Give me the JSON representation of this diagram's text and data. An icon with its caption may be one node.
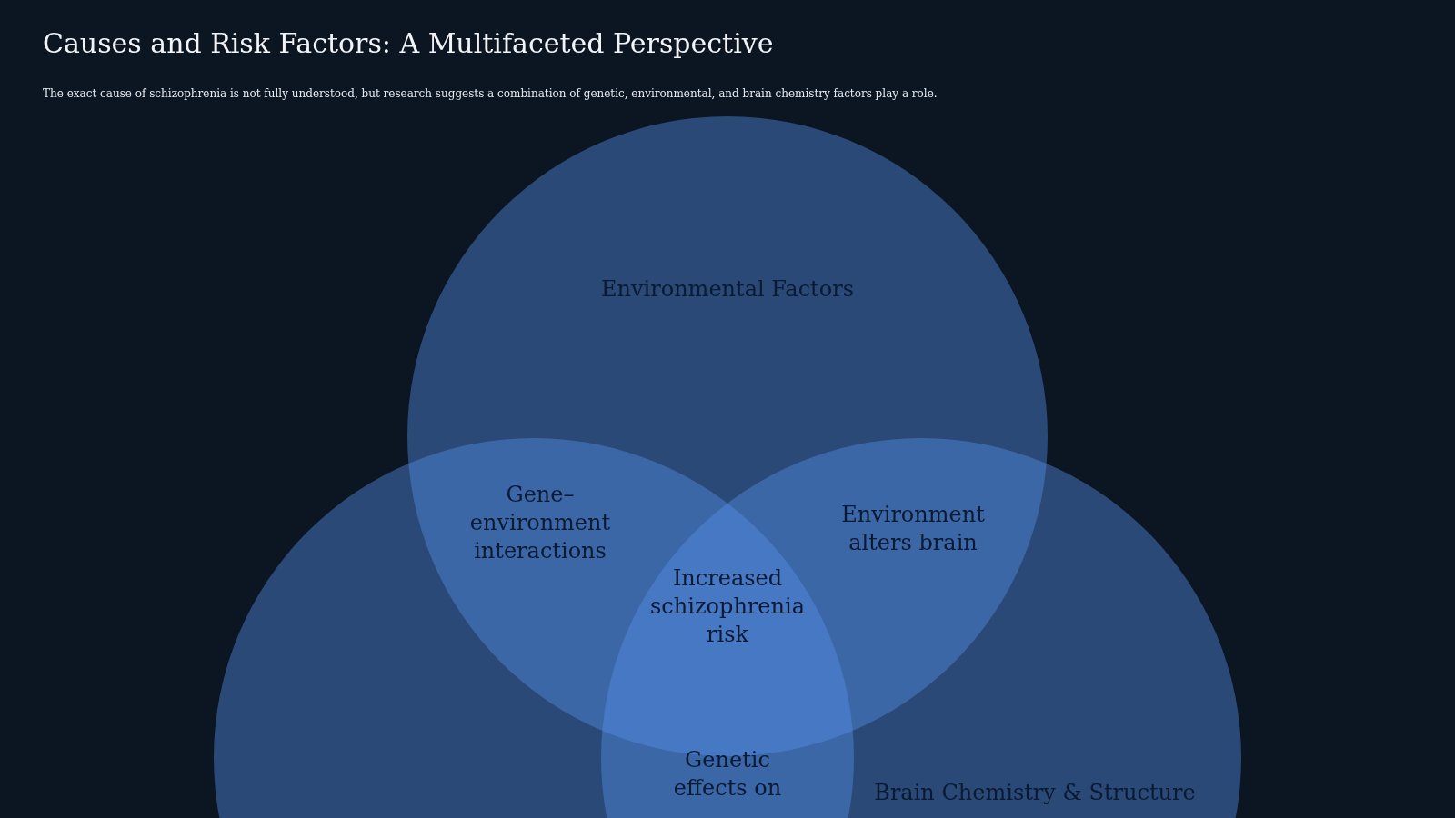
{
  "diagram": {
    "title": "Causes and Risk Factors: A Multifaceted Perspective",
    "caption": "The exact cause of schizophrenia is not fully understood, but research suggests a combination of genetic, environmental, and brain chemistry factors play a role.",
    "nodes": [
      {
        "text": [
          "Environmental Factors"
        ]
      },
      {
        "text": [],
        "shape": "circle"
      },
      {
        "text": [
          "Brain Chemistry & Structure"
        ]
      },
      {
        "text": [
          "Gene–environment interactions"
        ]
      },
      {
        "text": [
          "Environment alters brain"
        ]
      },
      {
        "text": [
          "Increased schizophrenia risk"
        ]
      },
      {
        "text": [
          "Genetic effects on"
        ]
      }
    ]
  }
}
